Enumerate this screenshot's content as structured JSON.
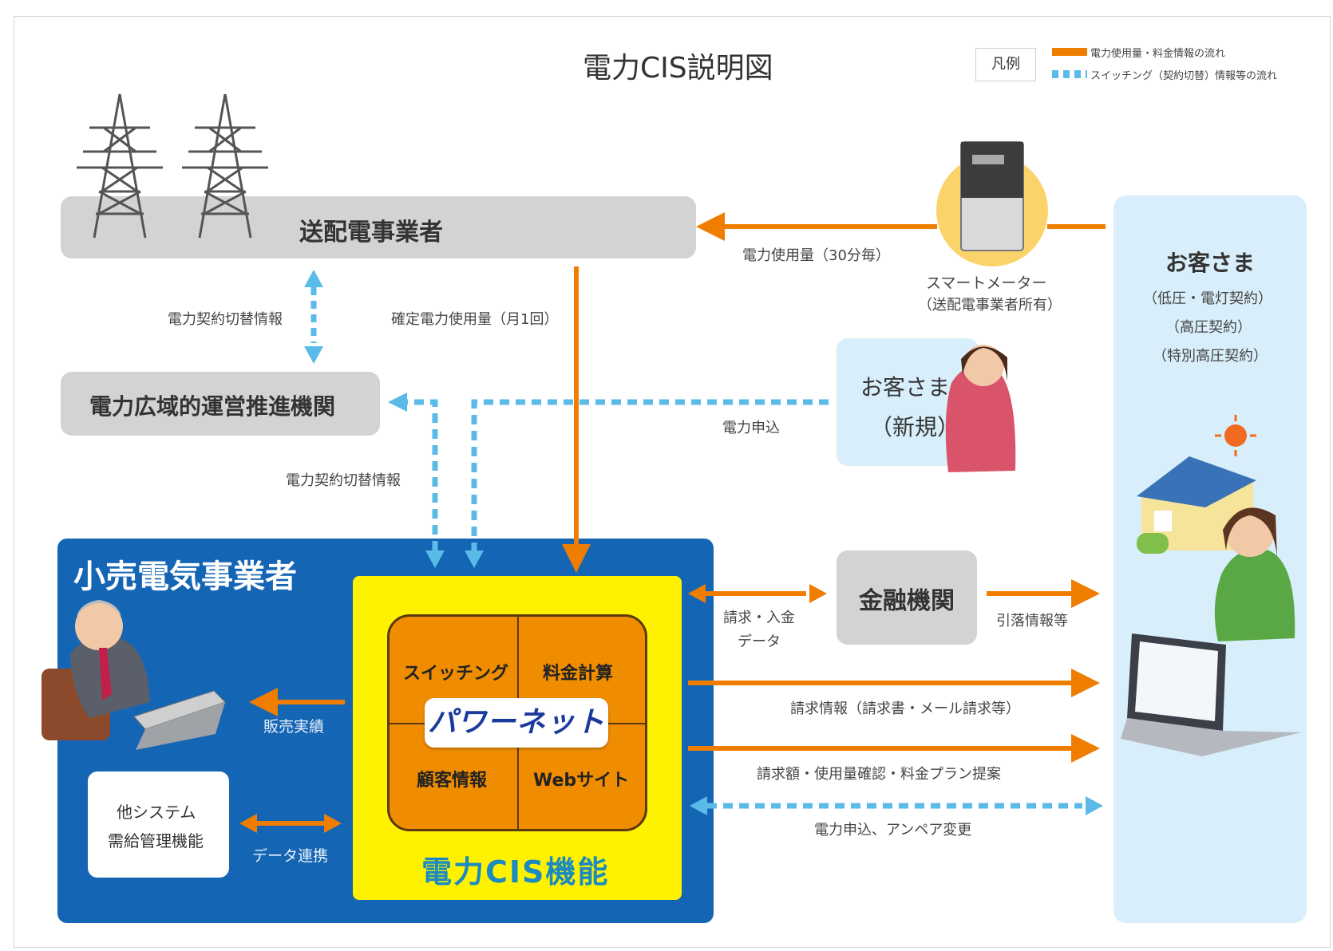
{
  "title": "電力CIS説明図",
  "legend": {
    "label": "凡例",
    "orange_flow": "電力使用量・料金情報の流れ",
    "blue_flow": "スイッチング（契約切替）情報等の流れ"
  },
  "nodes": {
    "transmission": "送配電事業者",
    "occto": "電力広域的運営推進機関",
    "retailer": "小売電気事業者",
    "cis_center": "パワーネット",
    "cis_caption": "電力CIS機能",
    "cis_cells": [
      "スイッチング",
      "料金計算",
      "顧客情報",
      "Webサイト"
    ],
    "other_system_line1": "他システム",
    "other_system_line2": "需給管理機能",
    "finance": "金融機関",
    "new_customer_line1": "お客さま",
    "new_customer_line2": "（新規）",
    "smart_meter_line1": "スマートメーター",
    "smart_meter_line2": "（送配電事業者所有）",
    "customer_title": "お客さま",
    "customer_types": [
      "（低圧・電灯契約）",
      "（高圧契約）",
      "（特別高圧契約）"
    ]
  },
  "flows": {
    "meter_usage": "電力使用量（30分毎）",
    "switch_info_top": "電力契約切替情報",
    "confirmed_usage": "確定電力使用量（月1回）",
    "application": "電力申込",
    "switch_info_mid": "電力契約切替情報",
    "billing_line1": "請求・入金",
    "billing_line2": "データ",
    "debit_info": "引落情報等",
    "sales": "販売実績",
    "billing_info": "請求情報（請求書・メール請求等）",
    "usage_check": "請求額・使用量確認・料金プラン提案",
    "data_link": "データ連携",
    "apply_change": "電力申込、アンペア変更"
  },
  "colors": {
    "orange": "#ef7d00",
    "blue_dash": "#5bbbe8",
    "retailer_blue": "#1565b5",
    "cis_yellow": "#fff200",
    "cis_orange": "#f08c00",
    "gray_box": "#d3d3d3",
    "light_blue": "#d8eefa"
  },
  "icons": [
    "power-tower-icon",
    "smart-meter-icon",
    "sun-icon",
    "house-solar-icon",
    "laptop-icon"
  ]
}
